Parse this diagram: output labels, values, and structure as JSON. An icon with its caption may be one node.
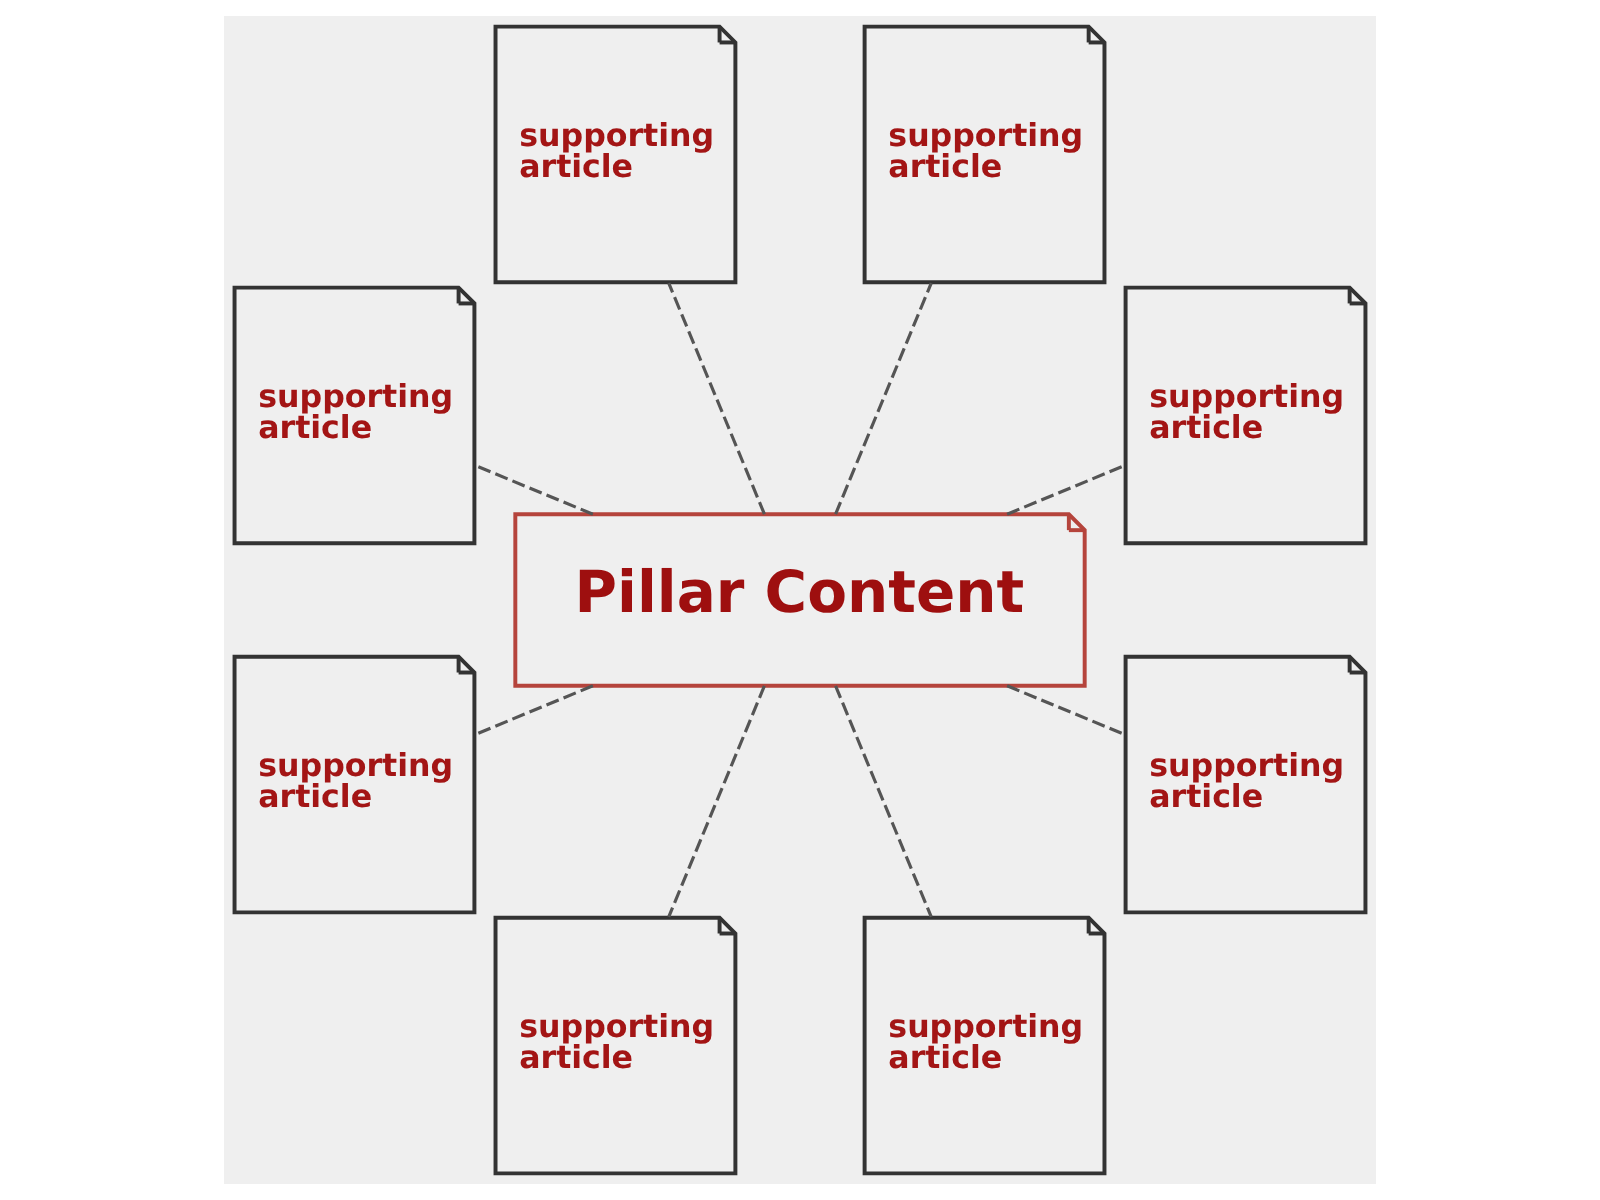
{
  "diagram": {
    "nodes": [
      {
        "text": [
          "supporting article"
        ]
      },
      {
        "text": [
          "supporting article"
        ]
      },
      {
        "text": [
          "supporting article"
        ]
      },
      {
        "text": [
          "supporting article"
        ]
      },
      {
        "text": [
          "Pillar Content"
        ]
      },
      {
        "text": [
          "supporting article"
        ]
      },
      {
        "text": [
          "supporting article"
        ]
      },
      {
        "text": [
          "supporting article"
        ]
      },
      {
        "text": [
          "supporting article"
        ]
      }
    ],
    "edges": [
      {
        "from": 4,
        "to": 0,
        "arrow": "none",
        "style": "dashed"
      },
      {
        "from": 4,
        "to": 2,
        "arrow": "none",
        "style": "dashed"
      },
      {
        "from": 4,
        "to": 5,
        "arrow": "none",
        "style": "dashed"
      },
      {
        "from": 4,
        "to": 7,
        "arrow": "none",
        "style": "dashed"
      },
      {
        "from": 4,
        "to": 8,
        "arrow": "none",
        "style": "dashed"
      },
      {
        "from": 4,
        "to": 6,
        "arrow": "none",
        "style": "dashed"
      },
      {
        "from": 4,
        "to": 3,
        "arrow": "none",
        "style": "dashed"
      },
      {
        "from": 4,
        "to": 1,
        "arrow": "none",
        "style": "dashed"
      }
    ]
  }
}
